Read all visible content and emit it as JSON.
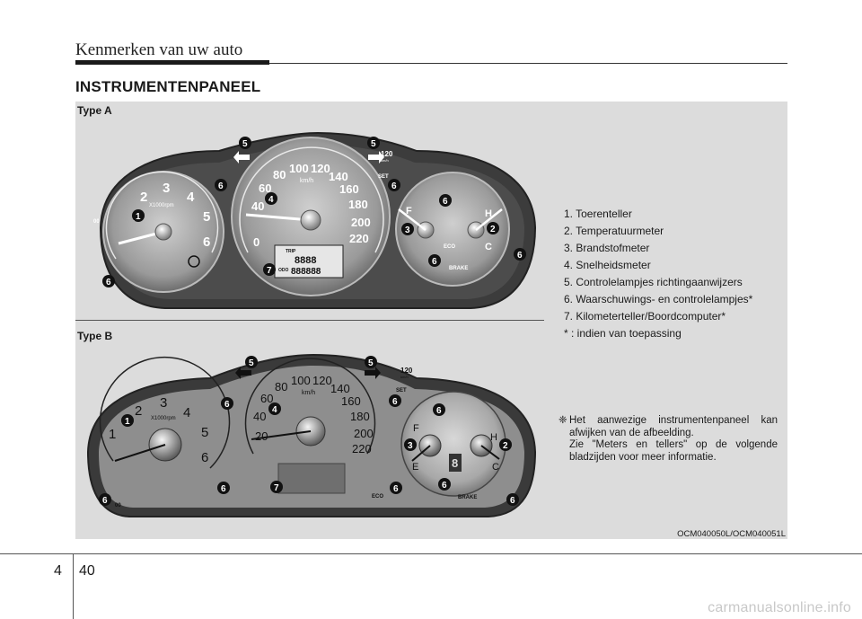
{
  "header": {
    "chapter_title": "Kenmerken van uw auto"
  },
  "section": {
    "heading": "INSTRUMENTENPANEEL"
  },
  "figure": {
    "type_a_label": "Type A",
    "type_b_label": "Type B",
    "code": "OCM040050L/OCM040051L",
    "tachometer": {
      "ticks": [
        "1",
        "2",
        "3",
        "4",
        "5",
        "6"
      ],
      "unit": "X1000rpm"
    },
    "speedometer": {
      "ticks": [
        "0",
        "20",
        "40",
        "60",
        "80",
        "100",
        "120",
        "140",
        "160",
        "180",
        "200",
        "220"
      ],
      "unit": "km/h"
    },
    "gauges": {
      "temp_hot": "H",
      "temp_cold": "C",
      "fuel_full": "F",
      "fuel_empty": "E"
    },
    "indicators": {
      "set": "SET",
      "cruise_120": "120",
      "cruise_unit": "km/h",
      "eco": "ECO",
      "brake": "BRAKE",
      "trip": "TRIP",
      "odo": "ODO",
      "oo": "00",
      "lcd_digits": "8888",
      "lcd_odo": "888888",
      "gear_digit": "8"
    },
    "callouts": [
      "1",
      "2",
      "3",
      "4",
      "5",
      "6",
      "7"
    ]
  },
  "legend": {
    "items": [
      "1. Toerenteller",
      "2. Temperatuurmeter",
      "3. Brandstofmeter",
      "4. Snelheidsmeter",
      "5. Controlelampjes richtingaanwijzers",
      "6. Waarschuwings- en controlelampjes*",
      "7. Kilometerteller/Boordcomputer*"
    ],
    "footnote": "* : indien van toepassing"
  },
  "note": {
    "symbol": "❈",
    "line1": "Het aanwezige instrumentenpaneel kan afwijken van de afbeelding.",
    "line2": "Zie \"Meters en tellers\" op de volgende bladzijden voor meer informatie."
  },
  "footer": {
    "chapter": "4",
    "page": "40",
    "watermark": "carmanualsonline.info"
  }
}
